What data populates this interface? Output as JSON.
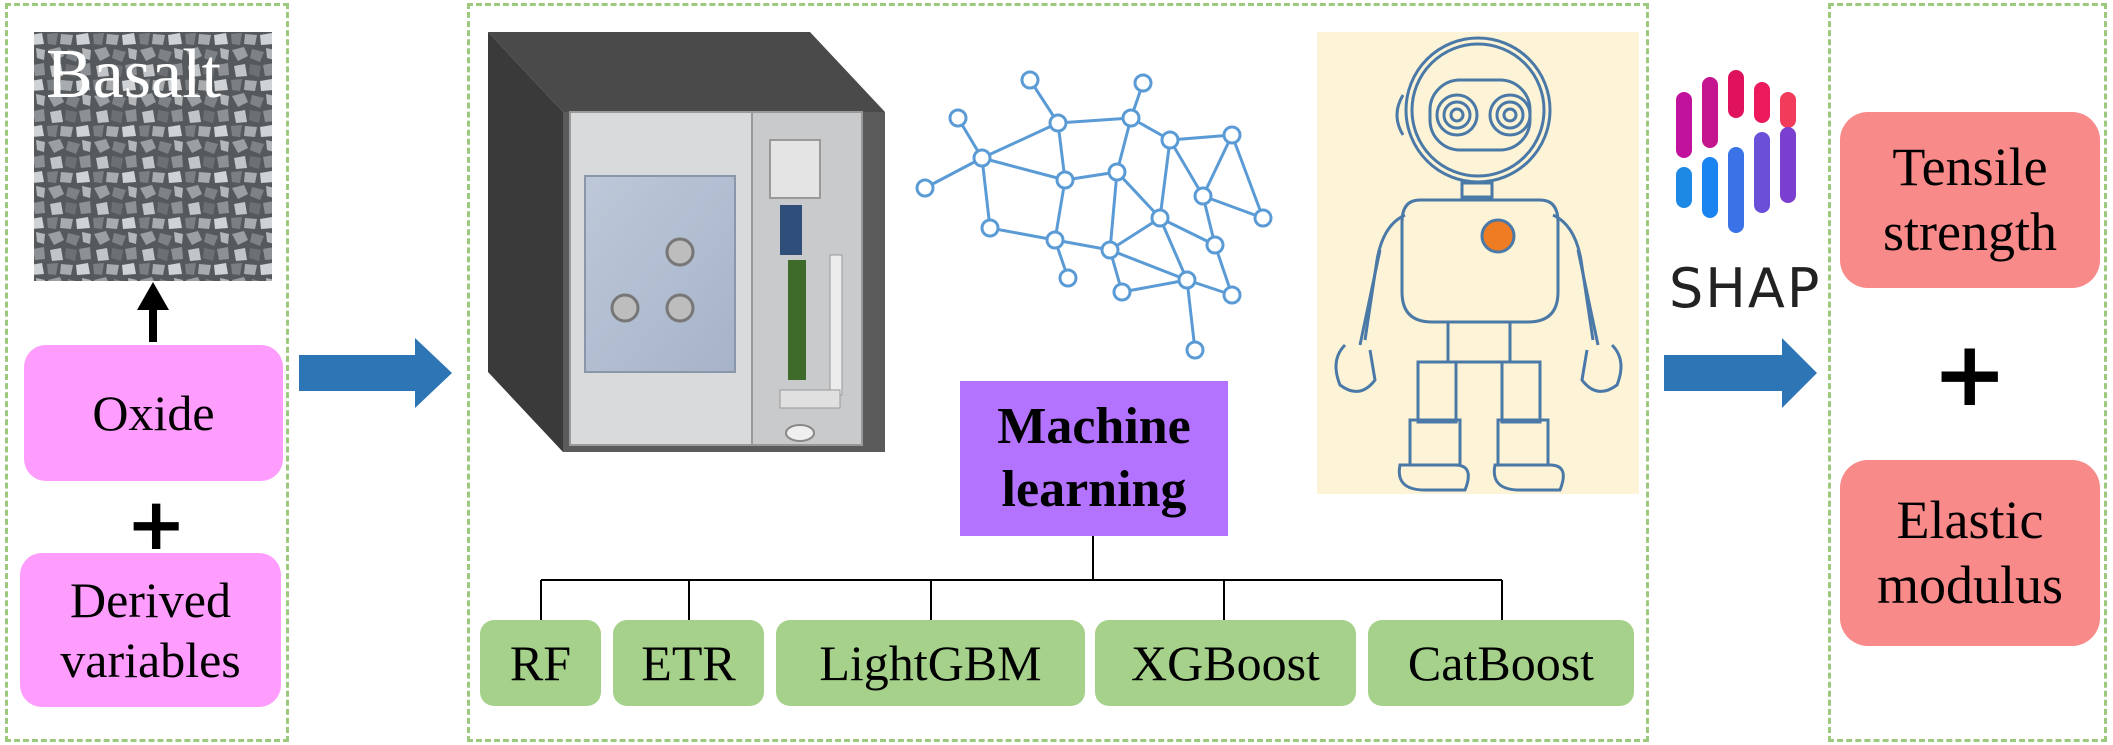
{
  "inputs": {
    "basalt_label": "Basalt",
    "oxide_label": "Oxide",
    "plus": "+",
    "derived_label": "Derived variables"
  },
  "model": {
    "ml_label": "Machine learning",
    "algorithms": [
      "RF",
      "ETR",
      "LightGBM",
      "XGBoost",
      "CatBoost"
    ]
  },
  "interpretation": {
    "shap_label": "SHAP"
  },
  "outputs": {
    "tensile_label": "Tensile strength",
    "plus": "+",
    "elastic_label": "Elastic modulus"
  },
  "colors": {
    "panel_border": "#9cc97e",
    "arrow": "#2e75b6",
    "input_box": "#ff9dff",
    "ml_box": "#b473ff",
    "algorithm_box": "#a6d18a",
    "output_box": "#f98a8a"
  },
  "icons": [
    "basalt-photo",
    "testing-machine-icon",
    "neural-network-icon",
    "robot-icon",
    "shap-logo-icon",
    "right-arrow-icon",
    "up-arrow-icon"
  ]
}
